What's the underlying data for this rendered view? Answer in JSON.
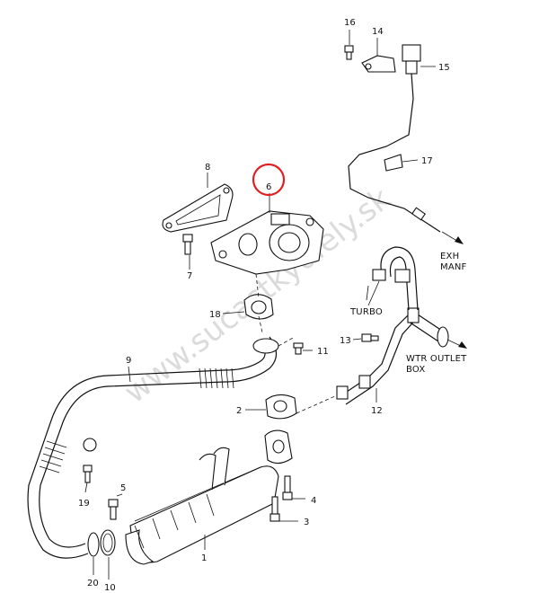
{
  "callouts": {
    "n1": "1",
    "n2": "2",
    "n3": "3",
    "n4": "4",
    "n5": "5",
    "n6": "6",
    "n7": "7",
    "n8": "8",
    "n9": "9",
    "n10": "10",
    "n11": "11",
    "n12": "12",
    "n13": "13",
    "n14": "14",
    "n15": "15",
    "n16": "16",
    "n17": "17",
    "n18": "18",
    "n19": "19",
    "n20": "20"
  },
  "labels": {
    "exh_1": "EXH",
    "exh_2": "MANF",
    "turbo": "TURBO",
    "wtr_1": "WTR OUTLET",
    "wtr_2": "BOX"
  },
  "watermark": "www.sucastkydiely.sk",
  "highlight": {
    "part": "6",
    "color": "#e02020"
  }
}
